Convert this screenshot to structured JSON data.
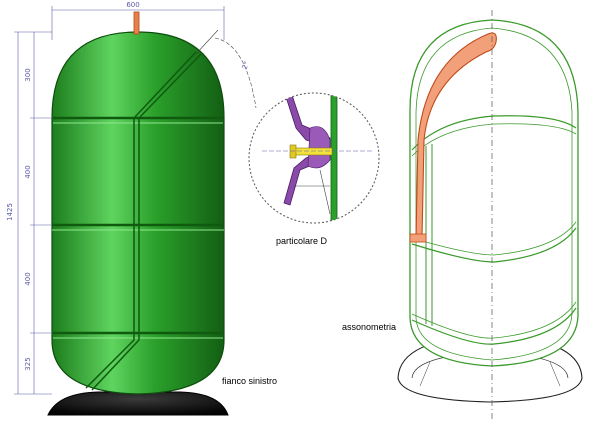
{
  "dimensions": {
    "width": "600",
    "cap_top": "300",
    "section_upper": "400",
    "section_lower": "400",
    "cap_bottom": "325",
    "overall_height": "1425"
  },
  "labels": {
    "left_view": "fianco sinistro",
    "detail": "particolare D",
    "iso_view": "assonometria"
  },
  "colors": {
    "tank_green": "#2aa02a",
    "tank_dark": "#145f14",
    "iso_line": "#3a9a2a",
    "handle": "#e8804a",
    "detail_purple": "#8a4aa8",
    "detail_yellow": "#f2e23a",
    "base": "#101010",
    "dim_line": "#5a5aa8"
  }
}
